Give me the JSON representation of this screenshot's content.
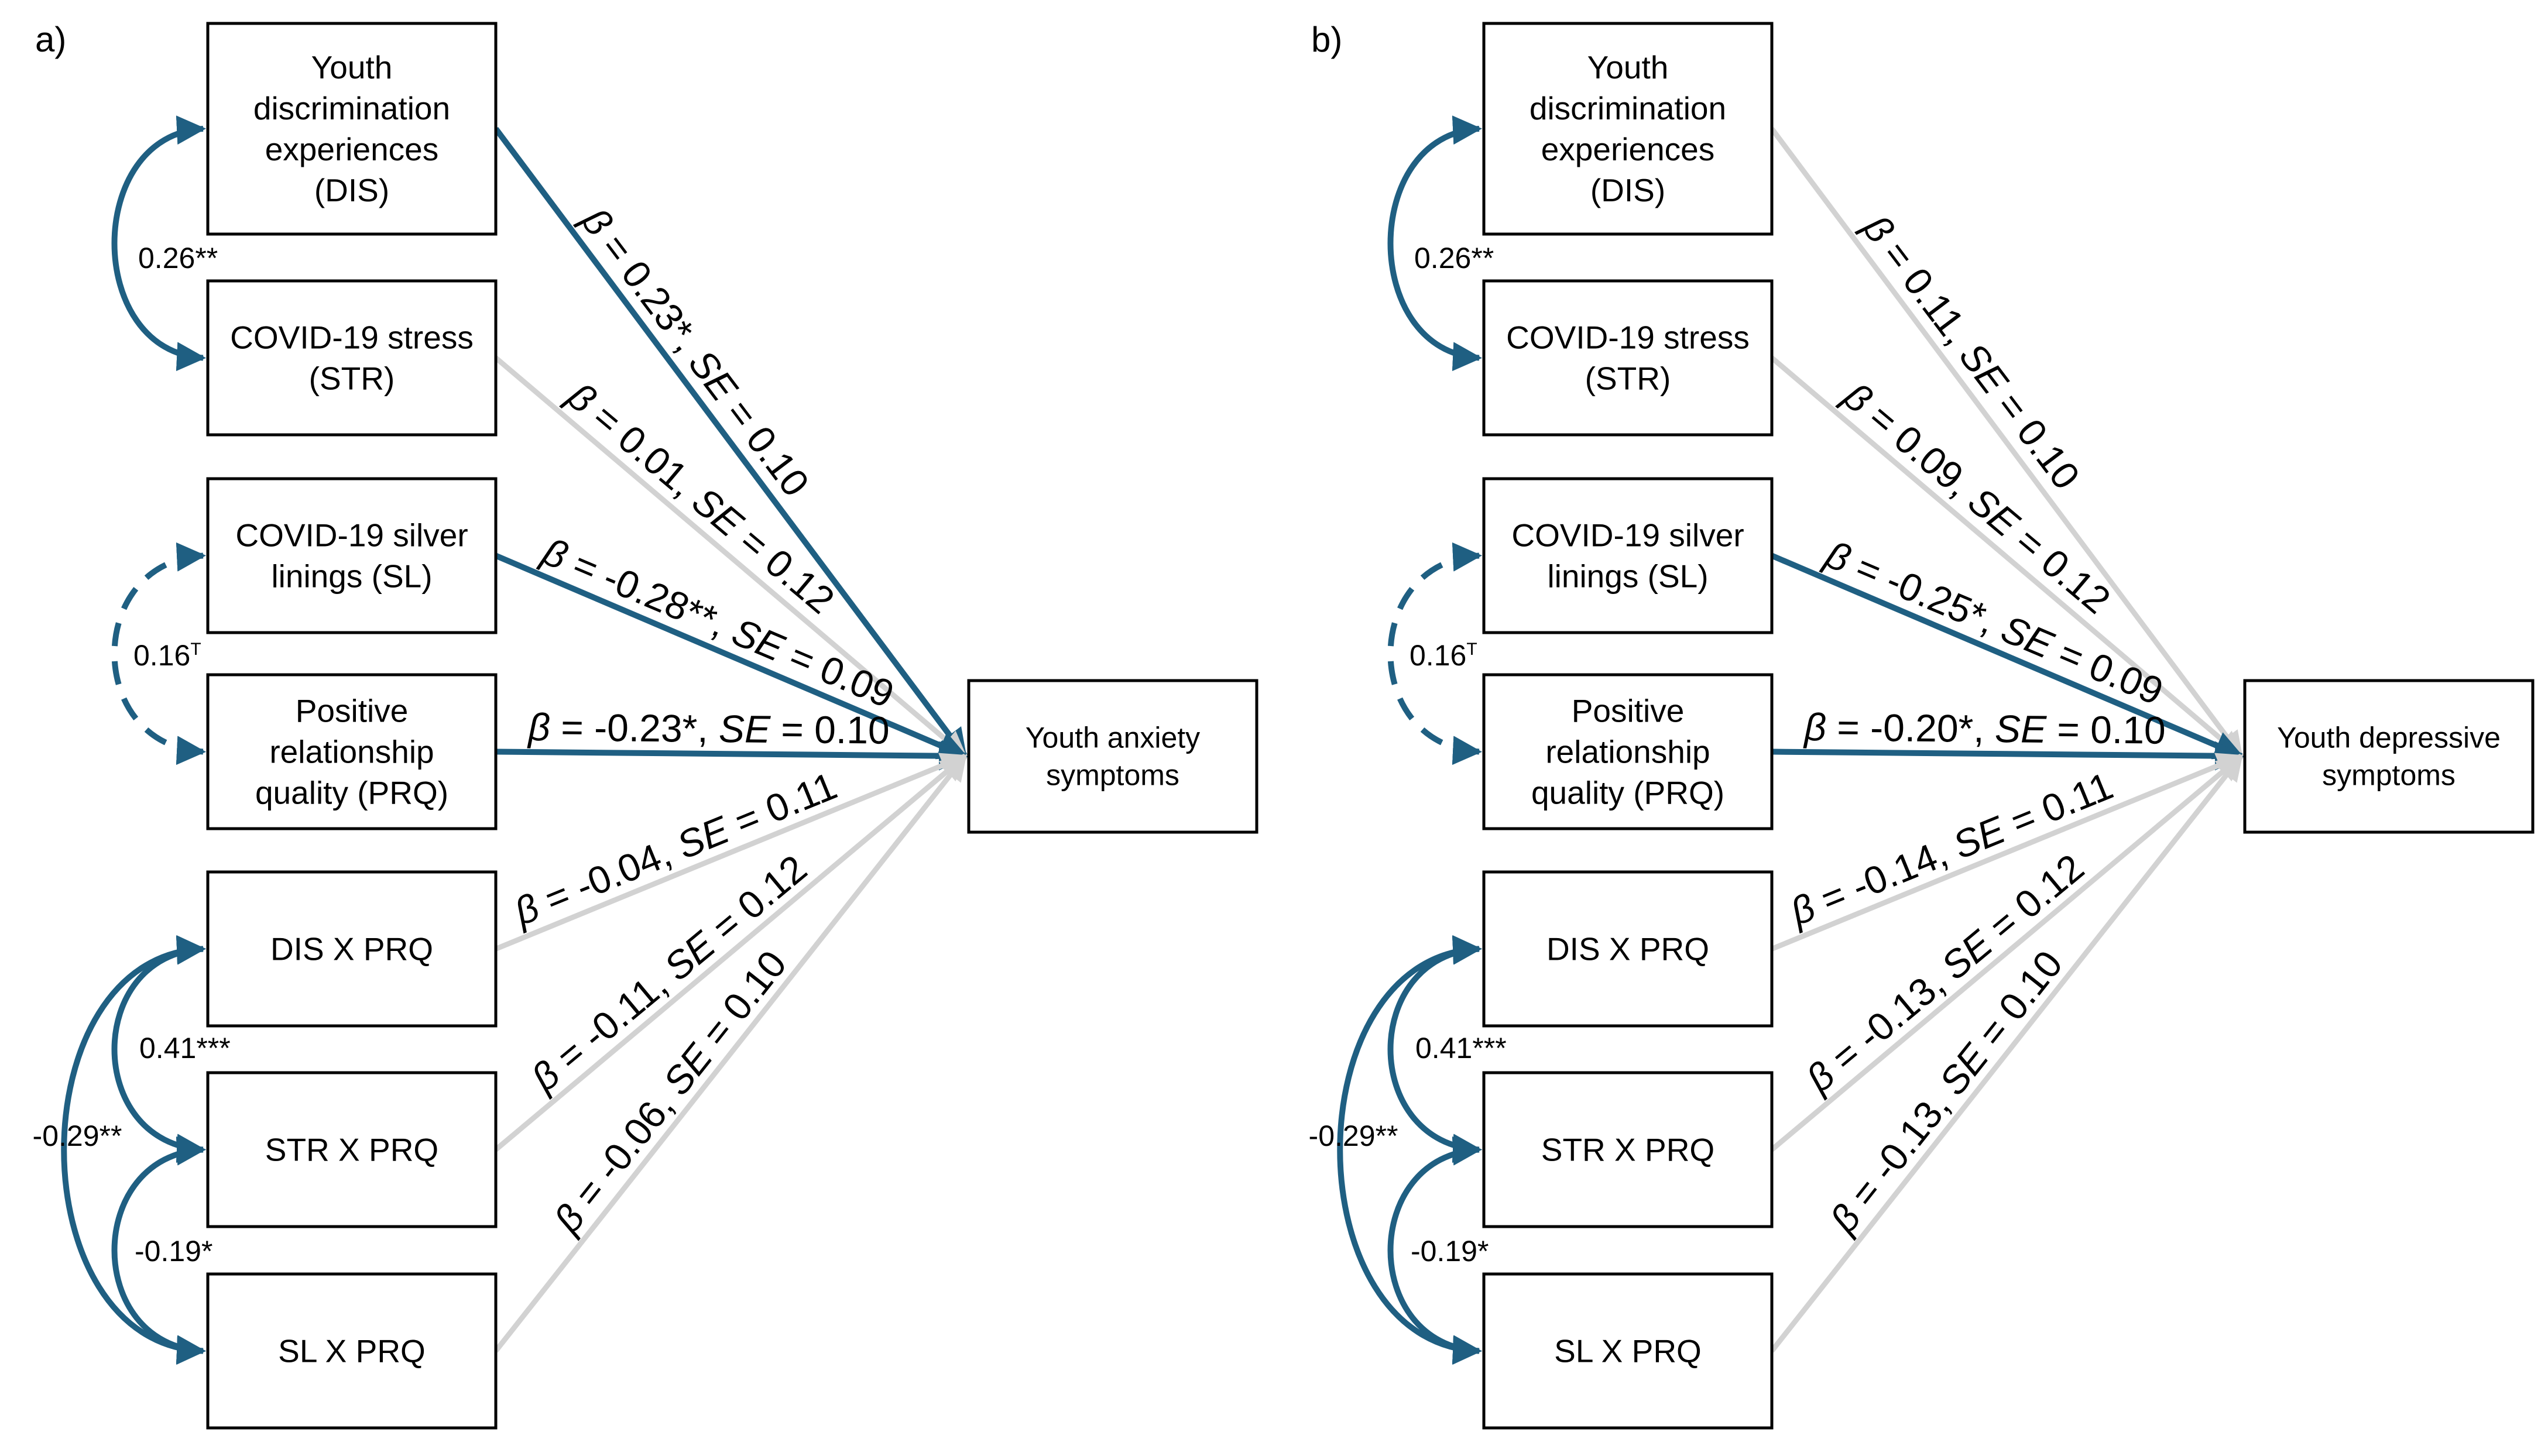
{
  "colors": {
    "significant": "#1f5f82",
    "nonsignificant": "#d2d2d2",
    "box_border": "#000000"
  },
  "panels": [
    {
      "label": "a)",
      "outcome": [
        "Youth anxiety",
        "symptoms"
      ],
      "predictors": [
        {
          "id": "dis",
          "lines": [
            "Youth",
            "discrimination",
            "experiences",
            "(DIS)"
          ]
        },
        {
          "id": "str",
          "lines": [
            "COVID-19 stress",
            "(STR)"
          ]
        },
        {
          "id": "sl",
          "lines": [
            "COVID-19 silver",
            "linings (SL)"
          ]
        },
        {
          "id": "prq",
          "lines": [
            "Positive",
            "relationship",
            "quality (PRQ)"
          ]
        },
        {
          "id": "disxprq",
          "lines": [
            "DIS X PRQ"
          ]
        },
        {
          "id": "strxprq",
          "lines": [
            "STR X PRQ"
          ]
        },
        {
          "id": "slxprq",
          "lines": [
            "SL X PRQ"
          ]
        }
      ],
      "paths": [
        {
          "from": "dis",
          "beta": "0.23*",
          "se": "0.10",
          "significant": true
        },
        {
          "from": "str",
          "beta": "0.01",
          "se": "0.12",
          "significant": false
        },
        {
          "from": "sl",
          "beta": "-0.28**",
          "se": "0.09",
          "significant": true
        },
        {
          "from": "prq",
          "beta": "-0.23*",
          "se": "0.10",
          "significant": true
        },
        {
          "from": "disxprq",
          "beta": "-0.04",
          "se": "0.11",
          "significant": false
        },
        {
          "from": "strxprq",
          "beta": "-0.11",
          "se": "0.12",
          "significant": false
        },
        {
          "from": "slxprq",
          "beta": "-0.06",
          "se": "0.10",
          "significant": false
        }
      ],
      "covariances": [
        {
          "a": "dis",
          "b": "str",
          "value": "0.26**",
          "dashed": false
        },
        {
          "a": "sl",
          "b": "prq",
          "value": "0.16",
          "sup": "T",
          "dashed": true
        },
        {
          "a": "disxprq",
          "b": "strxprq",
          "value": "0.41***",
          "dashed": false
        },
        {
          "a": "strxprq",
          "b": "slxprq",
          "value": "-0.19*",
          "dashed": false
        },
        {
          "a": "disxprq",
          "b": "slxprq",
          "value": "-0.29**",
          "dashed": false
        }
      ]
    },
    {
      "label": "b)",
      "outcome": [
        "Youth depressive",
        "symptoms"
      ],
      "predictors": [
        {
          "id": "dis",
          "lines": [
            "Youth",
            "discrimination",
            "experiences",
            "(DIS)"
          ]
        },
        {
          "id": "str",
          "lines": [
            "COVID-19 stress",
            "(STR)"
          ]
        },
        {
          "id": "sl",
          "lines": [
            "COVID-19 silver",
            "linings (SL)"
          ]
        },
        {
          "id": "prq",
          "lines": [
            "Positive",
            "relationship",
            "quality (PRQ)"
          ]
        },
        {
          "id": "disxprq",
          "lines": [
            "DIS X PRQ"
          ]
        },
        {
          "id": "strxprq",
          "lines": [
            "STR X PRQ"
          ]
        },
        {
          "id": "slxprq",
          "lines": [
            "SL X PRQ"
          ]
        }
      ],
      "paths": [
        {
          "from": "dis",
          "beta": "0.11",
          "se": "0.10",
          "significant": false
        },
        {
          "from": "str",
          "beta": "0.09",
          "se": "0.12",
          "significant": false
        },
        {
          "from": "sl",
          "beta": "-0.25*",
          "se": "0.09",
          "significant": true
        },
        {
          "from": "prq",
          "beta": "-0.20*",
          "se": "0.10",
          "significant": true
        },
        {
          "from": "disxprq",
          "beta": "-0.14",
          "se": "0.11",
          "significant": false
        },
        {
          "from": "strxprq",
          "beta": "-0.13",
          "se": "0.12",
          "significant": false
        },
        {
          "from": "slxprq",
          "beta": "-0.13",
          "se": "0.10",
          "significant": false
        }
      ],
      "covariances": [
        {
          "a": "dis",
          "b": "str",
          "value": "0.26**",
          "dashed": false
        },
        {
          "a": "sl",
          "b": "prq",
          "value": "0.16",
          "sup": "T",
          "dashed": true
        },
        {
          "a": "disxprq",
          "b": "strxprq",
          "value": "0.41***",
          "dashed": false
        },
        {
          "a": "strxprq",
          "b": "slxprq",
          "value": "-0.19*",
          "dashed": false
        },
        {
          "a": "disxprq",
          "b": "slxprq",
          "value": "-0.29**",
          "dashed": false
        }
      ]
    }
  ]
}
